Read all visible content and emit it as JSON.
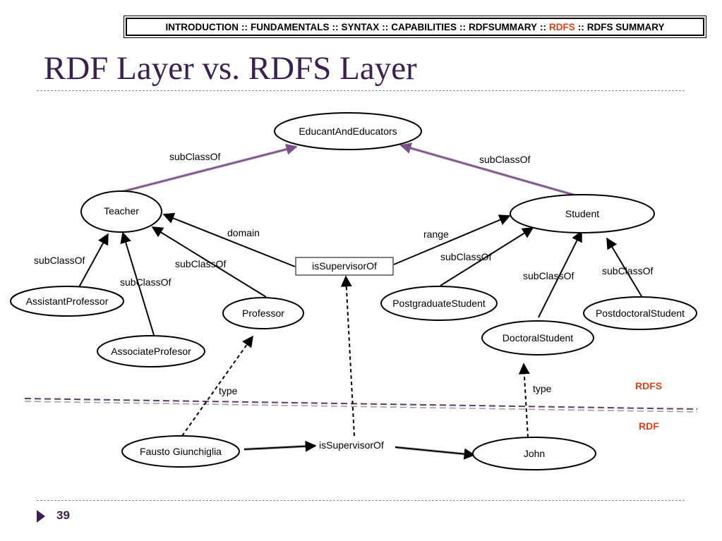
{
  "nav": {
    "items": [
      "INTRODUCTION",
      "FUNDAMENTALS",
      "SYNTAX",
      "CAPABILITIES",
      "RDFSUMMARY",
      "RDFS",
      "RDFS SUMMARY"
    ],
    "active_index": 5,
    "separator": "::",
    "active_color": "#e0401a"
  },
  "title": "RDF Layer vs. RDFS Layer",
  "diagram": {
    "nodes": {
      "educant": "EducantAndEducators",
      "teacher": "Teacher",
      "student": "Student",
      "is_supervisor": "isSupervisorOf",
      "assistant": "AssistantProfessor",
      "associate": "AssociateProfesor",
      "professor": "Professor",
      "postgraduate": "PostgraduateStudent",
      "postdoctoral": "PostdoctoralStudent",
      "doctoral": "DoctoralStudent",
      "fausto": "Fausto Giunchiglia",
      "john": "John"
    },
    "edges": {
      "teacher_sub": "subClassOf",
      "student_sub": "subClassOf",
      "domain": "domain",
      "range": "range",
      "assistant_sub": "subClassOf",
      "associate_sub": "subClassOf",
      "professor_sub": "subClassOf",
      "postgraduate_sub": "subClassOf",
      "doctoral_sub": "subClassOf",
      "postdoctoral_sub": "subClassOf",
      "fausto_type": "type",
      "john_type": "type",
      "rdf_is_supervisor": "isSupervisorOf"
    },
    "layers": {
      "rdfs": "RDFS",
      "rdf": "RDF"
    },
    "colors": {
      "subclass_top_edge": "#7a4f86",
      "layer_divider": "#5b3a6e",
      "layer_label": "#e0401a"
    }
  },
  "footer": {
    "page_number": "39"
  }
}
